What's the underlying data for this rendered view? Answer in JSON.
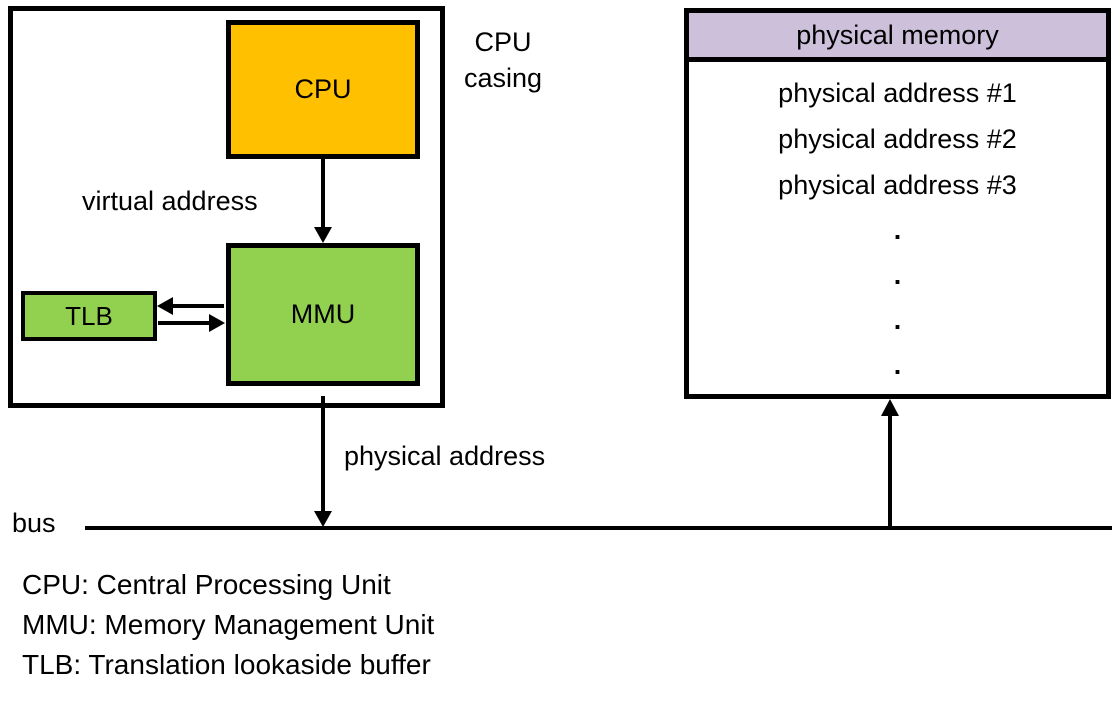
{
  "labels": {
    "cpu": "CPU",
    "mmu": "MMU",
    "tlb": "TLB",
    "cpu_casing": "CPU casing",
    "virtual_address": "virtual address",
    "physical_address": "physical address",
    "bus": "bus"
  },
  "memory": {
    "title": "physical memory",
    "rows": [
      "physical address #1",
      "physical address #2",
      "physical address #3"
    ],
    "dots": [
      ".",
      ".",
      ".",
      "."
    ]
  },
  "legend": {
    "lines": [
      "CPU: Central Processing Unit",
      "MMU: Memory Management Unit",
      "TLB: Translation lookaside buffer"
    ]
  },
  "colors": {
    "cpu_fill": "#FFC000",
    "mmu_fill": "#92D050",
    "tlb_fill": "#92D050",
    "memory_header_fill": "#CCC0DA",
    "line": "#000000"
  }
}
